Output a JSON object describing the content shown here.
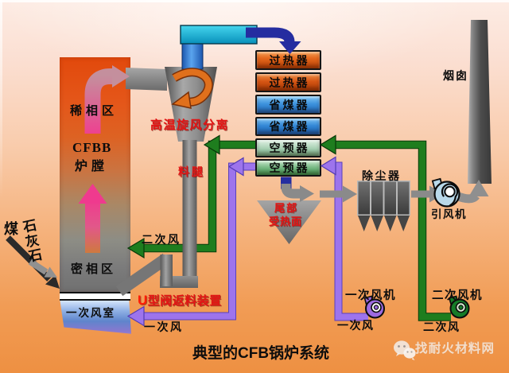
{
  "title": "典型的CFB锅炉系统",
  "watermark": {
    "text": "找耐火材料网",
    "icon": "wechat-chat-bubbles"
  },
  "furnace": {
    "dilute_zone": "稀相区",
    "name_line1": "CFBB",
    "name_line2": "炉膛",
    "dense_zone": "密相区",
    "air_chamber": "一次风室"
  },
  "feed": {
    "coal": "煤",
    "limestone": "石灰石",
    "limestone_chars": [
      "石",
      "灰",
      "石"
    ]
  },
  "cyclone": {
    "label": "高温旋风分离",
    "dipleg": "料腿"
  },
  "return_valve": {
    "u": "U",
    "rest": "型阀返料装置"
  },
  "heat_exchangers": [
    {
      "label": "过热器",
      "color": "#d95f16"
    },
    {
      "label": "过热器",
      "color": "#cc5210"
    },
    {
      "label": "省煤器",
      "color": "#3a8fd9"
    },
    {
      "label": "省煤器",
      "color": "#3182d0"
    },
    {
      "label": "空预器",
      "color": "#a8d2b4"
    },
    {
      "label": "空预器",
      "color": "#5aab68"
    }
  ],
  "tail_heating_surface": {
    "line1": "尾部",
    "line2": "受热面"
  },
  "dust_collector": {
    "label": "除尘器"
  },
  "induced_draft_fan": {
    "label": "引风机"
  },
  "chimney": {
    "label": "烟囱"
  },
  "primary_fan": {
    "name": "一次风机",
    "duct_label": "一次风"
  },
  "secondary_fan": {
    "name": "二次风机",
    "duct_label": "二次风"
  },
  "furnace_inlets": {
    "secondary_air": "二次风",
    "primary_air": "一次风"
  },
  "colors": {
    "primary_air": "#9d74ec",
    "secondary_air": "#1e7d1e",
    "flue_gas": "#8a8a8a",
    "steam_duct": "#22c3e2",
    "hot_gas_arrow": "#252da0",
    "riser_arrow": "#ef3a8e",
    "background_bottom": "#ee9042"
  }
}
